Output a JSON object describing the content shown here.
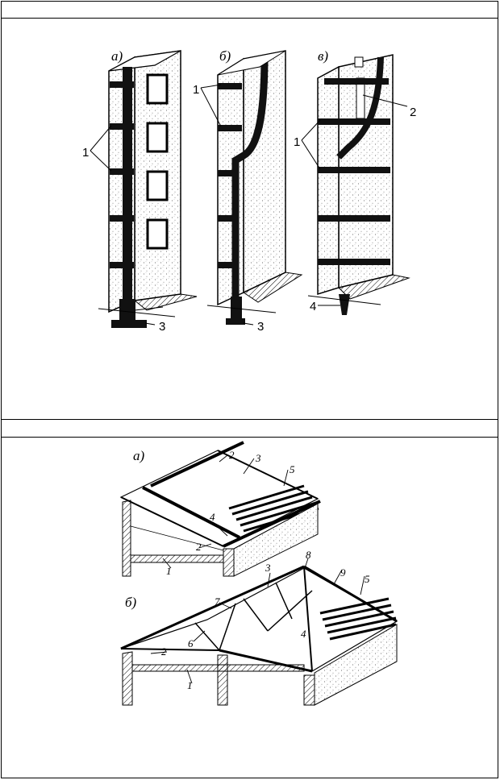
{
  "top_figure": {
    "sub_labels": [
      "а)",
      "б)",
      "в)"
    ],
    "callouts": {
      "n1": "1",
      "n2": "2",
      "n3": "3",
      "n4": "4"
    }
  },
  "bottom_figure": {
    "sub_labels": [
      "а)",
      "б)"
    ],
    "callouts": {
      "n1": "1",
      "n2": "2",
      "n3": "3",
      "n4": "4",
      "n5": "5",
      "n6": "6",
      "n7": "7",
      "n8": "8",
      "n9": "9"
    }
  }
}
